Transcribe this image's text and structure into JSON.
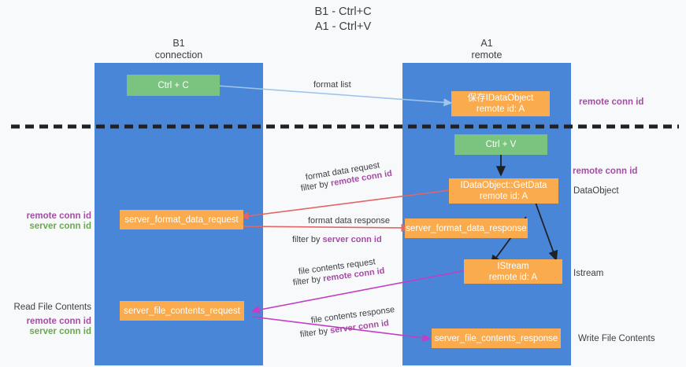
{
  "title": {
    "line1": "B1 - Ctrl+C",
    "line2": "A1 - Ctrl+V"
  },
  "colors": {
    "lane": "#4a86d8",
    "node_orange": "#f9ab4e",
    "node_green": "#7ac47f",
    "purple": "#a64ca6",
    "green_text": "#6aa84f",
    "arrow_blue": "#9fc5e8",
    "arrow_red": "#e06666",
    "arrow_magenta": "#c23ec2",
    "arrow_black": "#202124",
    "background": "#f8f9fa"
  },
  "columns": [
    {
      "id": "b1",
      "line1": "B1",
      "line2": "connection"
    },
    {
      "id": "a1",
      "line1": "A1",
      "line2": "remote"
    }
  ],
  "nodes": {
    "ctrl_c": {
      "line1": "Ctrl + C",
      "line2": "",
      "kind": "green"
    },
    "store_dataobject": {
      "line1": "保存IDataObject",
      "line2": "remote id: A",
      "kind": "orange"
    },
    "ctrl_v": {
      "line1": "Ctrl + V",
      "line2": "",
      "kind": "green"
    },
    "getdata": {
      "line1": "IDataObject::GetData",
      "line2": "remote id: A",
      "kind": "orange"
    },
    "fmt_req": {
      "line1": "server_format_data_request",
      "line2": "",
      "kind": "orange"
    },
    "fmt_resp": {
      "line1": "server_format_data_response",
      "line2": "",
      "kind": "orange"
    },
    "istream": {
      "line1": "IStream",
      "line2": "remote id: A",
      "kind": "orange"
    },
    "file_req": {
      "line1": "server_file_contents_request",
      "line2": "",
      "kind": "orange"
    },
    "file_resp": {
      "line1": "server_file_contents_response",
      "line2": "",
      "kind": "orange"
    }
  },
  "edge_labels": {
    "format_list": "format list",
    "fmt_data_request": "format data request",
    "fmt_filter_remote_prefix": "filter by ",
    "fmt_filter_remote_value": "remote conn id",
    "fmt_data_response": "format data response",
    "fmt_filter_server_prefix": "filter by ",
    "fmt_filter_server_value": "server conn id",
    "file_contents_request": "file contents request",
    "file_filter_remote_prefix": "filter by ",
    "file_filter_remote_value": "remote conn id",
    "file_contents_response": "file contents response",
    "file_filter_server_prefix": "filter by ",
    "file_filter_server_value": "server conn id"
  },
  "side_labels": {
    "right_top_remote": "remote conn id",
    "right_mid_remote": "remote conn id",
    "right_dataobject": "DataObject",
    "right_istream": "Istream",
    "right_write_file": "Write File Contents",
    "left_mid_remote": "remote conn id",
    "left_mid_server": "server conn id",
    "left_read_file": "Read File Contents",
    "left_bot_remote": "remote conn id",
    "left_bot_server": "server conn id"
  }
}
